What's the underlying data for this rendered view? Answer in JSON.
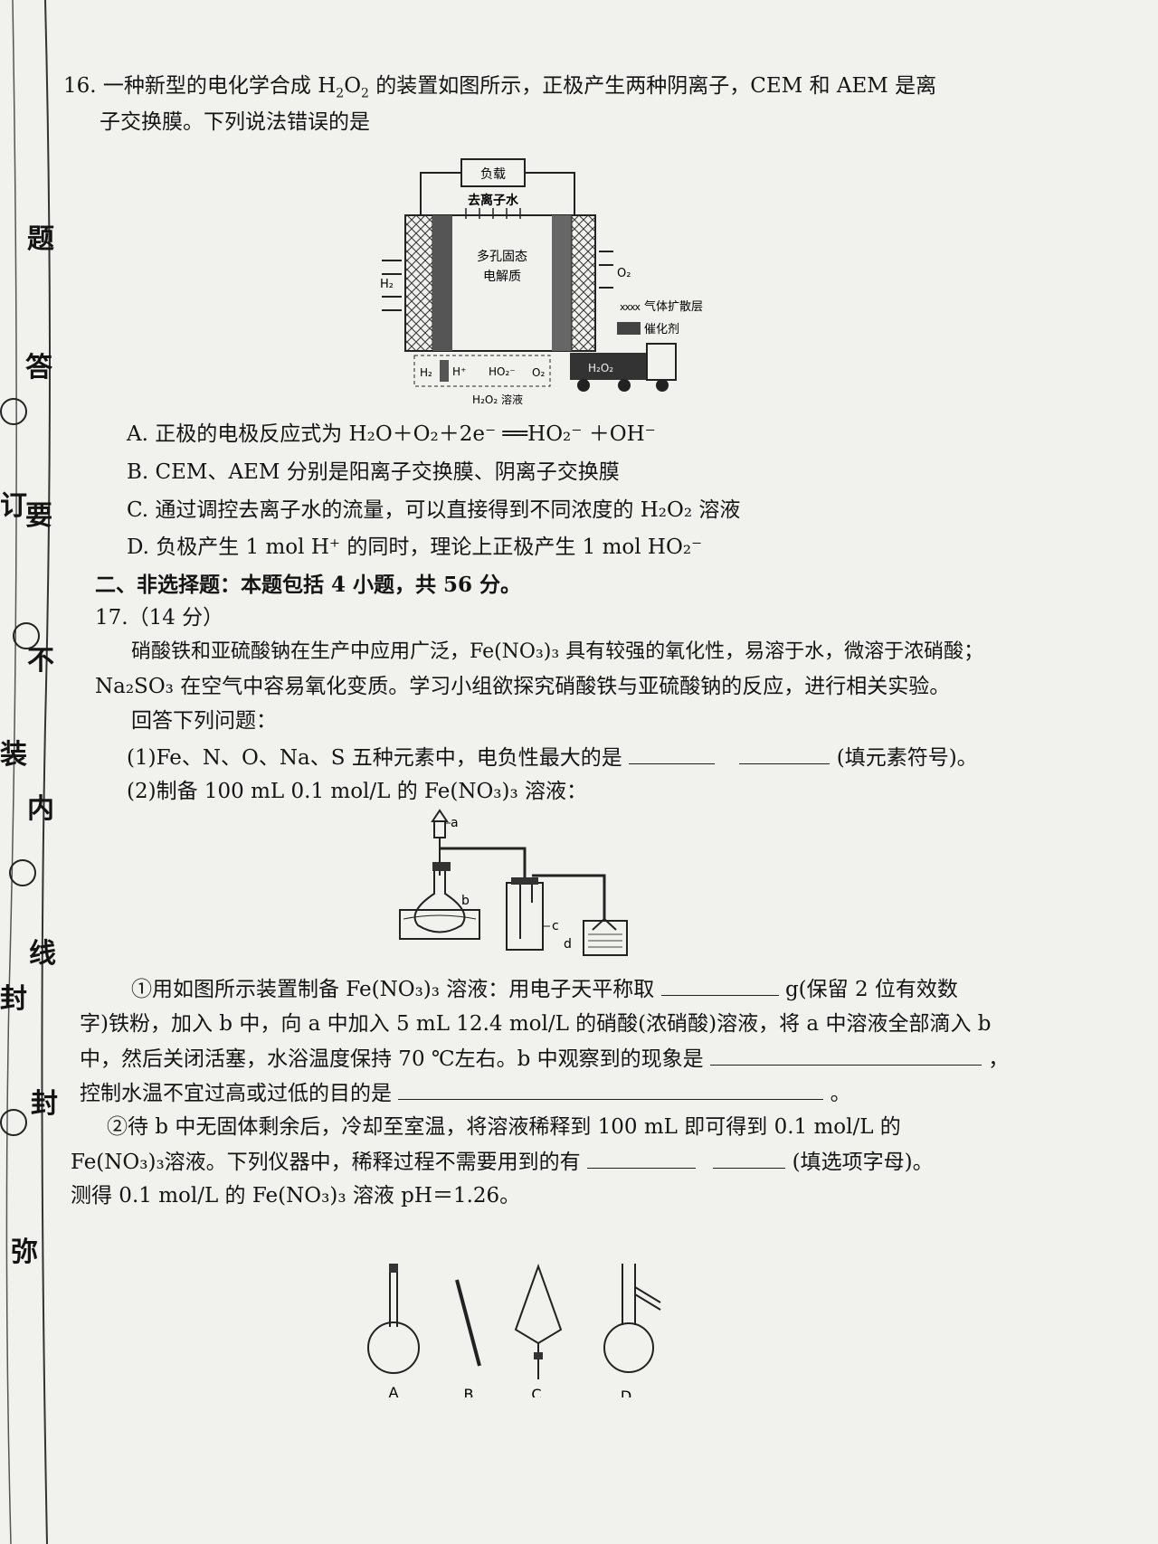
{
  "margin_labels": {
    "top": "题",
    "answer": "答",
    "require": "要",
    "not": "不",
    "inside": "内",
    "line": "线",
    "seal": "封",
    "misc": "弥",
    "ding": "订",
    "zhuang": "装",
    "feng2": "封"
  },
  "q16": {
    "stem_a": "16. 一种新型的电化学合成 H",
    "stem_b": "O",
    "stem_c": " 的装置如图所示，正极产生两种阴离子，CEM 和 AEM 是离",
    "stem2": "子交换膜。下列说法错误的是",
    "fig": {
      "load": "负载",
      "water": "去离子水",
      "electrolyte1": "多孔固态",
      "electrolyte2": "电解质",
      "h2": "H₂",
      "o2": "O₂",
      "legend1": "气体扩散层",
      "legend2": "催化剂",
      "h2o2": "H₂O₂ 溶液",
      "hplus": "H⁺",
      "ho2": "HO₂⁻",
      "h2b": "H₂",
      "o2b": "O₂",
      "truck": "H₂O₂"
    },
    "optA": "A. 正极的电极反应式为 H₂O＋O₂＋2e⁻ ══HO₂⁻ ＋OH⁻",
    "optB": "B. CEM、AEM 分别是阳离子交换膜、阴离子交换膜",
    "optC": "C. 通过调控去离子水的流量，可以直接得到不同浓度的 H₂O₂ 溶液",
    "optD": "D. 负极产生 1 mol H⁺ 的同时，理论上正极产生 1 mol HO₂⁻"
  },
  "section2": "二、非选择题：本题包括 4 小题，共 56 分。",
  "q17": {
    "head": "17.（14 分）",
    "p1": "硝酸铁和亚硫酸钠在生产中应用广泛，Fe(NO₃)₃ 具有较强的氧化性，易溶于水，微溶于浓硝酸；",
    "p2": "Na₂SO₃ 在空气中容易氧化变质。学习小组欲探究硝酸铁与亚硫酸钠的反应，进行相关实验。",
    "p3": "回答下列问题：",
    "s1a": "(1)Fe、N、O、Na、S 五种元素中，电负性最大的是",
    "s1b": "(填元素符号)。",
    "s2": "(2)制备 100 mL 0.1 mol/L 的 Fe(NO₃)₃ 溶液：",
    "fig": {
      "a": "a",
      "b": "b",
      "c": "c",
      "d": "d"
    },
    "r1a": "①用如图所示装置制备 Fe(NO₃)₃ 溶液：用电子天平称取",
    "r1b": "g(保留 2 位有效数",
    "r2": "字)铁粉，加入 b 中，向 a 中加入 5 mL 12.4 mol/L 的硝酸(浓硝酸)溶液，将 a 中溶液全部滴入 b",
    "r3": "中，然后关闭活塞，水浴温度保持 70 ℃左右。b 中观察到的现象是",
    "r3end": "，",
    "r4": "控制水温不宜过高或过低的目的是",
    "r4end": "。",
    "r5": "②待 b 中无固体剩余后，冷却至室温，将溶液稀释到 100 mL 即可得到 0.1 mol/L 的",
    "r6a": "Fe(NO₃)₃溶液。下列仪器中，稀释过程不需要用到的有",
    "r6b": "(填选项字母)。",
    "r7": "测得 0.1 mol/L 的 Fe(NO₃)₃ 溶液 pH＝1.26。",
    "instr": {
      "A": "A",
      "B": "B",
      "C": "C",
      "D": "D"
    }
  }
}
